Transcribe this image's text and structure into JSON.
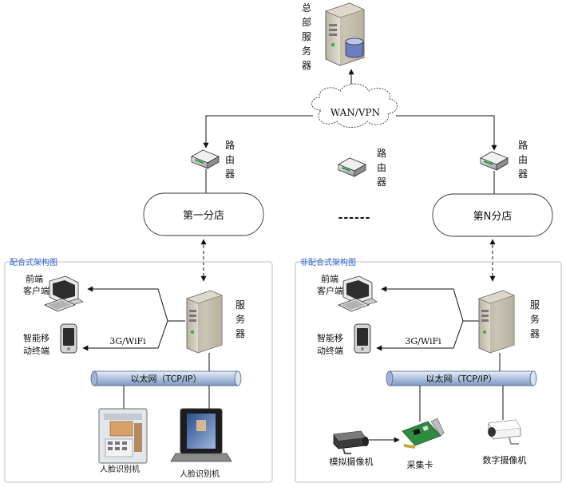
{
  "hq": {
    "label_chars": [
      "总",
      "部",
      "服",
      "务",
      "器"
    ]
  },
  "wan": {
    "label": "WAN/VPN"
  },
  "routers": {
    "left": [
      "路",
      "由",
      "器"
    ],
    "middle": [
      "路",
      "由",
      "器"
    ],
    "right": [
      "路",
      "由",
      "器"
    ]
  },
  "branches": {
    "first": "第一分店",
    "nth": "第N分店",
    "ellipsis": "------"
  },
  "left_panel": {
    "title": "配合式架构图",
    "client_label": [
      "前端",
      "客户端"
    ],
    "mobile_label": [
      "智能移",
      "动终端"
    ],
    "wifi": "3G/WiFi",
    "server_chars": [
      "服",
      "务",
      "器"
    ],
    "ethernet": "以太网（TCP/IP）",
    "device_a": "人脸识别机",
    "device_b": "人脸识别机"
  },
  "right_panel": {
    "title": "非配合式架构图",
    "client_label": [
      "前端",
      "客户端"
    ],
    "mobile_label": [
      "智能移",
      "动终端"
    ],
    "wifi": "3G/WiFi",
    "server_chars": [
      "服",
      "务",
      "器"
    ],
    "ethernet": "以太网（TCP/IP）",
    "analog_camera": "模拟摄像机",
    "capture_card": "采集卡",
    "digital_camera": "数字摄像机"
  }
}
